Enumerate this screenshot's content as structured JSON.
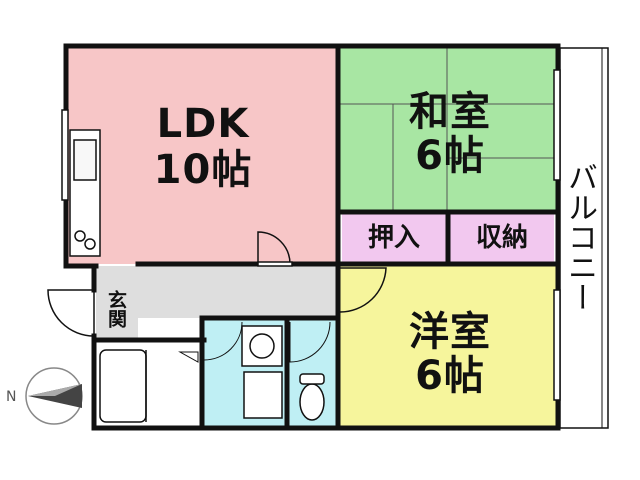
{
  "rooms": {
    "ldk": {
      "name": "LDK",
      "size": "10帖",
      "color": "#f7c6c7"
    },
    "washitsu": {
      "name": "和室",
      "size": "6帖",
      "color": "#a8e6a3"
    },
    "youshitsu": {
      "name": "洋室",
      "size": "6帖",
      "color": "#f6f59c"
    },
    "oshiire": {
      "name": "押入",
      "color": "#f2c8ef"
    },
    "shuno": {
      "name": "収納",
      "color": "#f2c8ef"
    },
    "genkan": {
      "name": "玄関"
    },
    "balcony": {
      "name": "バルコニー"
    }
  },
  "compass": {
    "label": "N"
  },
  "colors": {
    "wall": "#111111",
    "hall": "#dedede",
    "wet": "#bfeff4",
    "balcony": "#ffffff"
  }
}
